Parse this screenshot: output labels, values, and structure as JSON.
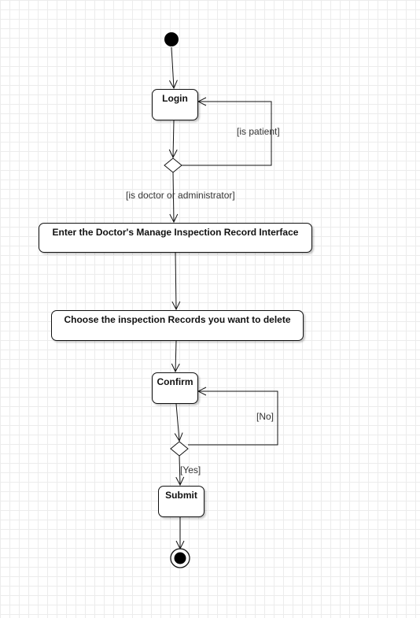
{
  "diagram": {
    "type": "uml-activity",
    "nodes": {
      "login": "Login",
      "manage": "Enter the Doctor's Manage Inspection Record Interface",
      "choose": "Choose the inspection Records you want to delete",
      "confirm": "Confirm",
      "submit": "Submit"
    },
    "guards": {
      "is_patient": "[is patient]",
      "is_doctor": "[is doctor or administrator]",
      "no": "[No]",
      "yes": "[Yes]"
    }
  }
}
